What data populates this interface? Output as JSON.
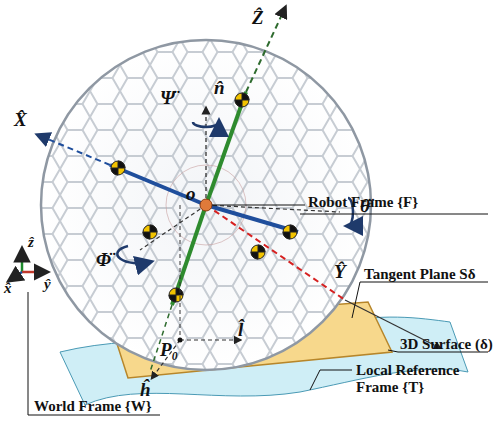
{
  "diagram": {
    "labels": [
      "Ẑ",
      "n̂",
      "Ψ̈",
      "X̂",
      "o",
      "Robot Frame {F}",
      "θ̈",
      "Φ̈",
      "Ŷ",
      "Tangent Plane Sδ",
      "ẑ",
      "x̂",
      "ŷ",
      "P₀",
      "l̂",
      "3D Surface (δ)",
      "ĥ",
      "World Frame {W}",
      "Local Reference Frame {T}"
    ]
  }
}
